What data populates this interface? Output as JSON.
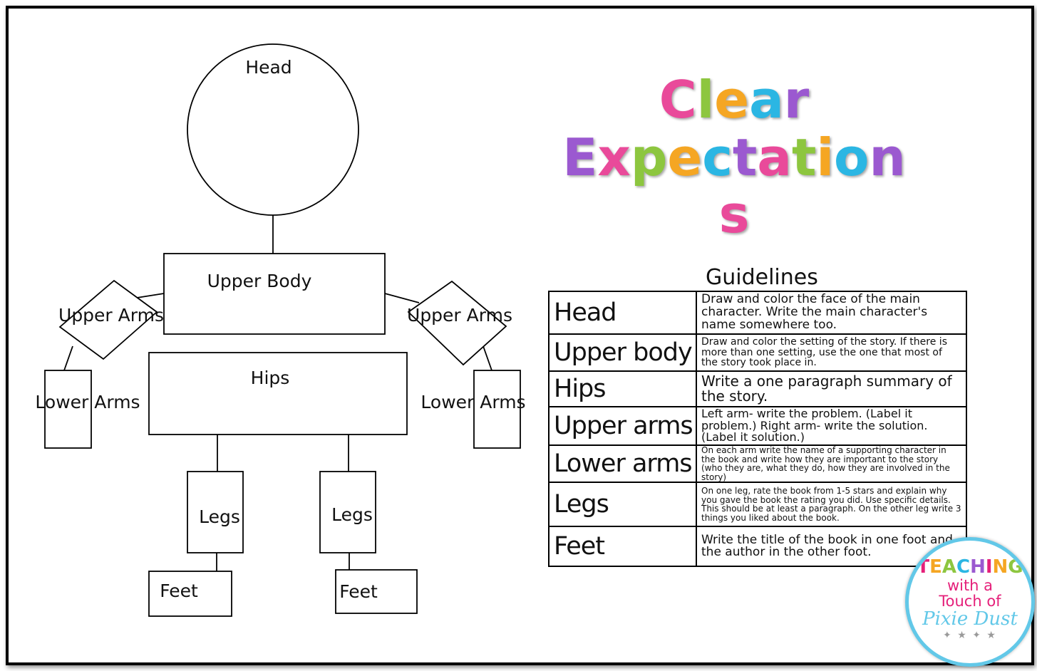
{
  "diagram": {
    "head": "Head",
    "upper_body": "Upper Body",
    "upper_arms_left": "Upper Arms",
    "upper_arms_right": "Upper Arms",
    "lower_arms_left": "Lower Arms",
    "lower_arms_right": "Lower Arms",
    "hips": "Hips",
    "legs_left": "Legs",
    "legs_right": "Legs",
    "feet_left": "Feet",
    "feet_right": "Feet"
  },
  "title": {
    "line1": "Clear",
    "line2": "Expectations",
    "colors": [
      "#e94a9a",
      "#8dc63f",
      "#f5a623",
      "#2bb6e3",
      "#9b59d0"
    ]
  },
  "guidelines": {
    "heading": "Guidelines",
    "rows": [
      {
        "part": "Head",
        "text": "Draw and color the face of the main character. Write the main character's name somewhere too."
      },
      {
        "part": "Upper body",
        "text": "Draw and color the setting of the story. If there is more than one setting, use the one that most of the story took place in."
      },
      {
        "part": "Hips",
        "text": "Write a one paragraph summary of the story."
      },
      {
        "part": "Upper arms",
        "text": "Left arm- write the problem. (Label it problem.) Right arm- write the solution. (Label it solution.)"
      },
      {
        "part": "Lower arms",
        "text": "On each arm write the name of a supporting character in the book and write how they are important to the story (who they are, what they do, how they are involved in the story)"
      },
      {
        "part": "Legs",
        "text": "On one leg, rate the book from 1-5 stars and explain why you gave the book the rating you did. Use specific details. This should be at least a paragraph. On the other leg write 3 things you liked about the book."
      },
      {
        "part": "Feet",
        "text": "Write the title of the book in one foot and the author in the other foot."
      }
    ]
  },
  "logo": {
    "line1": "TEACHING",
    "line2": "with a",
    "line3": "Touch of",
    "line4": "Pixie Dust",
    "line1_colors": [
      "#e5207a",
      "#f5a623",
      "#8dc63f",
      "#2bb6e3",
      "#9b59d0",
      "#e5207a",
      "#f5a623",
      "#8dc63f"
    ]
  }
}
